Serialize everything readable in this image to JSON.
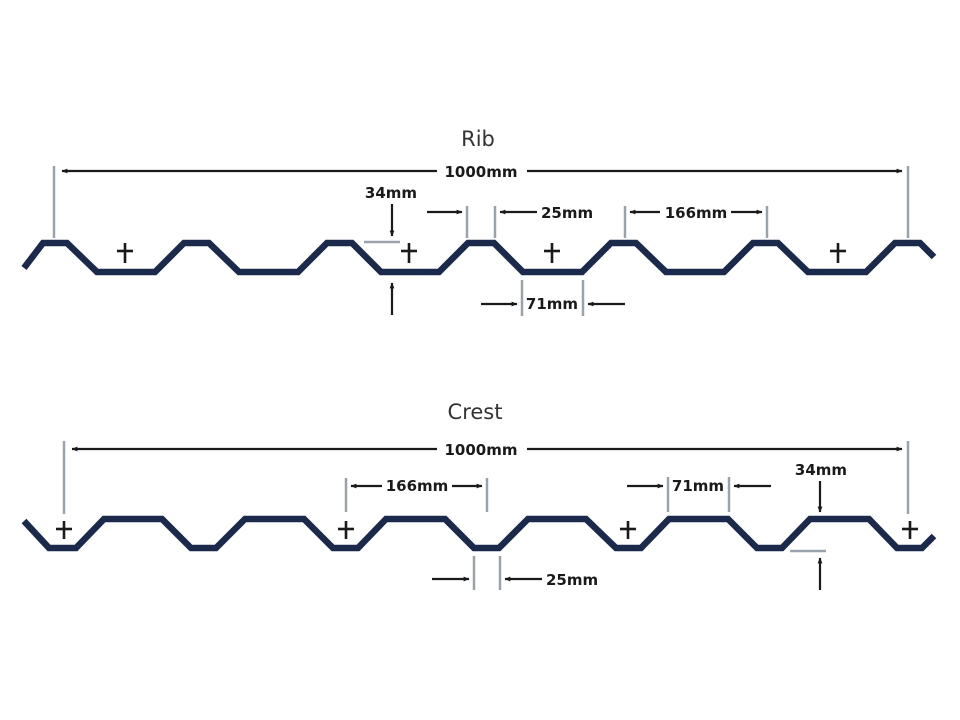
{
  "colors": {
    "profile": "#1b2a4a",
    "extension_line": "#9aa3ab",
    "arrow": "#1a1a1a",
    "text": "#1a1a1a"
  },
  "rib": {
    "title": "Rib",
    "width_label": "1000mm",
    "height_label": "34mm",
    "pitch_label": "166mm",
    "top_label": "25mm",
    "bottom_label": "71mm"
  },
  "crest": {
    "title": "Crest",
    "width_label": "1000mm",
    "height_label": "34mm",
    "pitch_label": "166mm",
    "top_label": "71mm",
    "bottom_label": "25mm"
  }
}
